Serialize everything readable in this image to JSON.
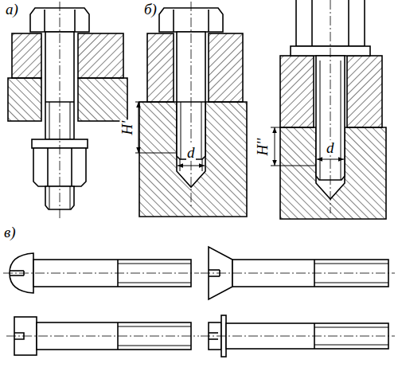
{
  "diagram": {
    "labels": [
      "а)",
      "б)",
      "H'",
      "d",
      "H''",
      "d",
      "в)"
    ]
  }
}
